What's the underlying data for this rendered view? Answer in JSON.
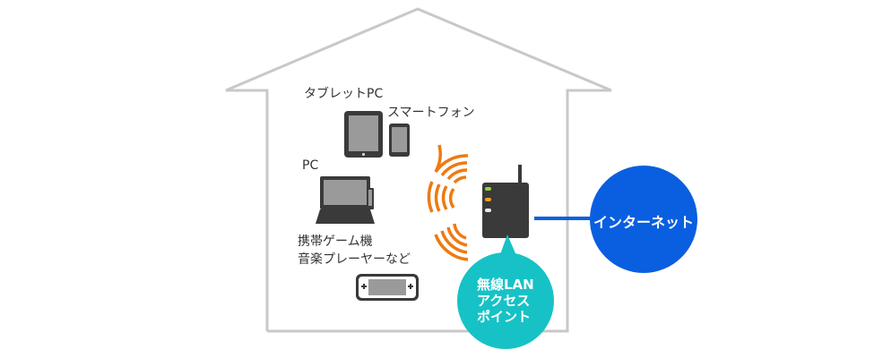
{
  "labels": {
    "tablet": "タブレットPC",
    "smartphone": "スマートフォン",
    "pc": "PC",
    "game_line1": "携帯ゲーム機",
    "game_line2": "音楽プレーヤーなど"
  },
  "access_point": {
    "line1": "無線LAN",
    "line2": "アクセス",
    "line3": "ポイント"
  },
  "internet": {
    "label": "インターネット"
  },
  "colors": {
    "house_outline": "#c8c8c8",
    "device_body": "#3a3a3a",
    "screen_gray": "#9a9a9a",
    "wave_orange": "#ee7a12",
    "ap_teal": "#16c2c6",
    "internet_blue": "#0a5fe0",
    "led_green": "#8fd33c",
    "led_orange": "#f0a020",
    "led_white": "#e8e8e8"
  }
}
